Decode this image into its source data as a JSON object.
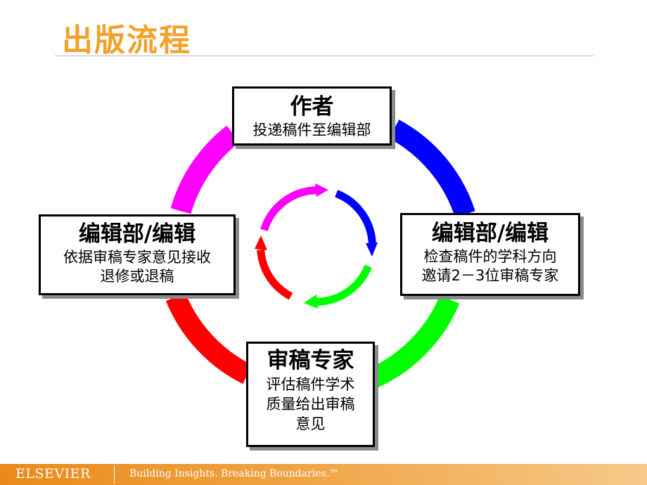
{
  "slide": {
    "title": "出版流程"
  },
  "diagram": {
    "colors": {
      "top_right": "#0000ff",
      "bottom_right": "#00ff00",
      "bottom_left": "#ff0000",
      "top_left": "#ff00ff"
    },
    "nodes": {
      "author": {
        "head": "作者",
        "desc": "投递稿件至编辑部"
      },
      "editor_right": {
        "head": "编辑部/编辑",
        "desc": "检查稿件的学科方向\n邀请2－3位审稿专家"
      },
      "reviewer": {
        "head": "审稿专家",
        "desc": "评估稿件学术\n质量给出审稿\n意见"
      },
      "editor_left": {
        "head": "编辑部/编辑",
        "desc": "依据审稿专家意见接收\n退修或退稿"
      }
    }
  },
  "footer": {
    "logo": "ELSEVIER",
    "tagline": "Building Insights. Breaking Boundaries.™"
  }
}
